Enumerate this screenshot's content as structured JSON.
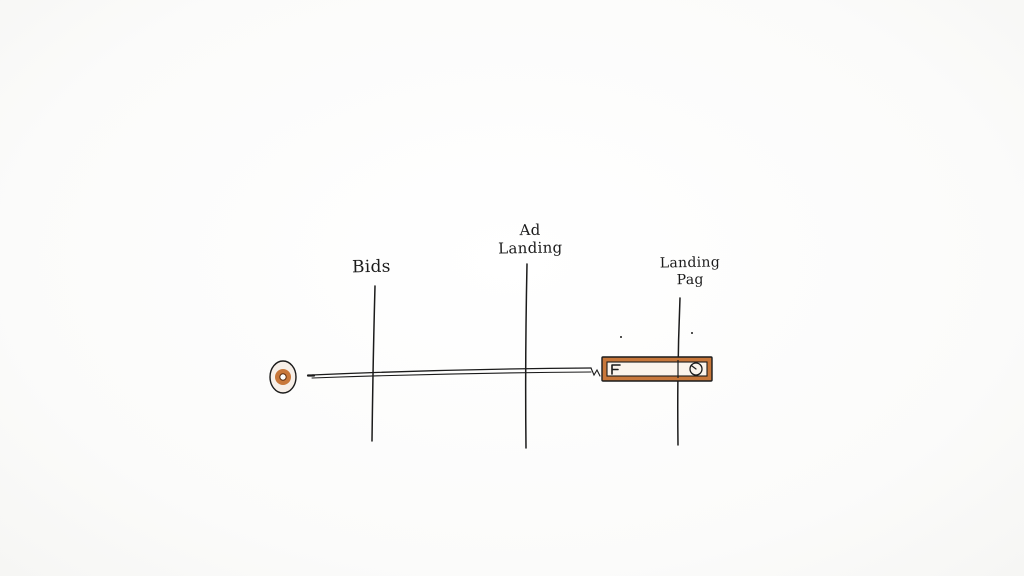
{
  "stages": [
    {
      "id": "bids",
      "lines": [
        "Bids"
      ]
    },
    {
      "id": "ad-landing",
      "lines": [
        "Ad",
        "Landing"
      ]
    },
    {
      "id": "landing-page",
      "lines": [
        "Landing",
        "Pag"
      ]
    }
  ],
  "colors": {
    "ink": "#1b1b1b",
    "accent": "#c8773a",
    "accent_light": "#e9b48a"
  },
  "icons": {
    "start": "eye-icon",
    "end_device": "scroll-bar-icon",
    "end_knob": "clock-icon"
  }
}
